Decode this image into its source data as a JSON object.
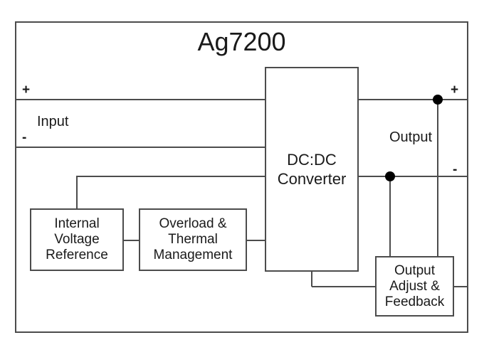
{
  "title": "Ag7200",
  "labels": {
    "input": "Input",
    "output": "Output",
    "input_plus": "+",
    "input_minus": "-",
    "output_plus": "+",
    "output_minus": "-"
  },
  "blocks": {
    "dcdc": {
      "lines": [
        "DC:DC",
        "Converter"
      ]
    },
    "ivr": {
      "lines": [
        "Internal",
        "Voltage",
        "Reference"
      ]
    },
    "overload": {
      "lines": [
        "Overload &",
        "Thermal",
        "Management"
      ]
    },
    "oaf": {
      "lines": [
        "Output",
        "Adjust &",
        "Feedback"
      ]
    }
  },
  "colors": {
    "line": "#4c4c4c",
    "text": "#1a1a1a",
    "background": "#ffffff"
  }
}
